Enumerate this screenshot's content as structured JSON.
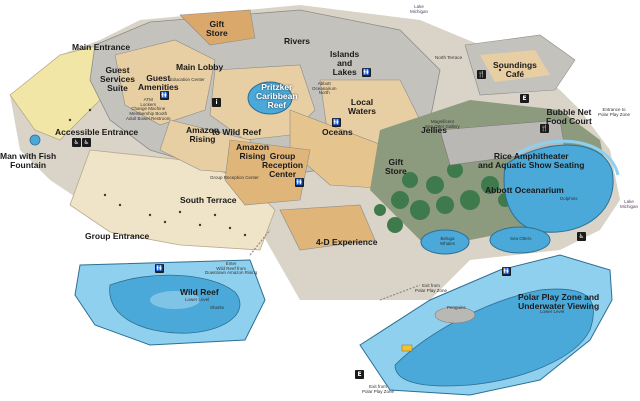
{
  "labels": {
    "gift_store_top": "Gift\nStore",
    "main_entrance": "Main Entrance",
    "guest_services": "Guest\nServices\nSuite",
    "guest_amenities": "Guest\nAmenities",
    "main_lobby": "Main Lobby",
    "rivers": "Rivers",
    "islands_lakes": "Islands\nand\nLakes",
    "soundings_cafe": "Soundings\nCafé",
    "pritzker_reef": "Pritzker\nCaribbean\nReef",
    "local_waters": "Local\nWaters",
    "amazon_rising_1": "Amazon\nRising",
    "to_wild_reef": "to Wild Reef",
    "amazon_rising_2": "Amazon\nRising",
    "group_reception": "Group\nReception\nCenter",
    "oceans": "Oceans",
    "jellies": "Jellies",
    "bubble_net": "Bubble Net\nFood Court",
    "gift_store_mid": "Gift\nStore",
    "rice_amphitheater": "Rice Amphitheater\nand Aquatic Show Seating",
    "abbott_oceanarium": "Abbott Oceanarium",
    "accessible_entrance": "Accessible Entrance",
    "man_with_fish": "Man with Fish\nFountain",
    "south_terrace": "South Terrace",
    "group_entrance": "Group Entrance",
    "four_d": "4-D Experience",
    "wild_reef": "Wild Reef",
    "polar_play": "Polar Play Zone and\nUnderwater Viewing"
  },
  "small_labels": {
    "lake_michigan_top": "Lake\nMichigan",
    "lake_michigan_right": "Lake\nMichigan",
    "entrance_polar_zone": "Entrance to\nPolar Play Zone",
    "education_center": "Education Center",
    "atm": "ATM\nLockers\nChange Machine\nMembership Booth\nAdult Bowel Restroom",
    "exit_polar_1": "Exit from\nPolar Play Zone",
    "exit_polar_2": "Exit from\nPolar Play Zone",
    "enter_wild_reef": "Enter\nWild Reef from\nDowntown Amazon Rising",
    "lower_level_1": "Lower Level",
    "lower_level_2": "Lower Level",
    "dolphins": "Dolphins",
    "belugas": "Beluga\nWhales",
    "sharks": "Sharks",
    "penguins": "Penguins",
    "sea_otters": "Sea Otters",
    "south_terrace_sub": "Group Reception Center",
    "abbott_north": "Abbott\nOceanarium\nNorth",
    "north_terrace": "North Terrace",
    "magnificent_gallery": "Magnificent\nSea Otter Gallery"
  },
  "icons": {
    "restroom": "🚻",
    "accessible": "♿",
    "food": "🍴",
    "info": "i",
    "elevator": "E"
  },
  "colors": {
    "water": "#4aa9d8",
    "water_light": "#8fd0ee",
    "floor_tan": "#e8cfa3",
    "floor_beige": "#efe4c8",
    "roof_gray": "#b9b8b4",
    "path_yellow": "#f2e6a6",
    "trees": "#3f7a4d",
    "rock": "#9ca3a8"
  }
}
